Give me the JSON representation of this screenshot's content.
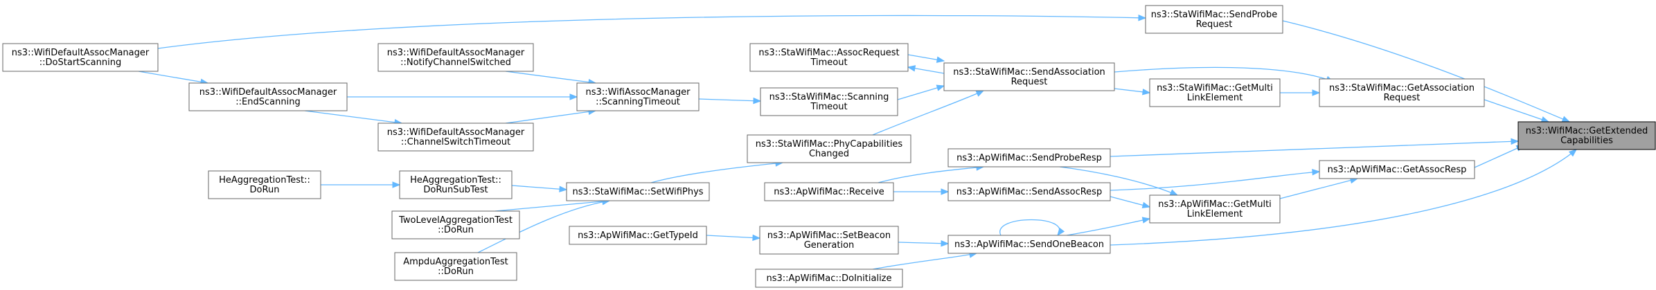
{
  "colors": {
    "edge": "#63b8ff",
    "node_border": "#666666",
    "root_fill": "#a0a0a0",
    "root_border": "#000000",
    "background": "#ffffff"
  },
  "nodes": [
    {
      "id": "root",
      "lines": [
        "ns3::WifiMac::GetExtended",
        "Capabilities"
      ],
      "highlight": true
    },
    {
      "id": "sendProbeReq",
      "lines": [
        "ns3::StaWifiMac::SendProbe",
        "Request"
      ]
    },
    {
      "id": "getAssocReq",
      "lines": [
        "ns3::StaWifiMac::GetAssociation",
        "Request"
      ]
    },
    {
      "id": "apGetAssocResp",
      "lines": [
        "ns3::ApWifiMac::GetAssocResp"
      ]
    },
    {
      "id": "apSendProbeResp",
      "lines": [
        "ns3::ApWifiMac::SendProbeResp"
      ]
    },
    {
      "id": "apSendOneBeacon",
      "lines": [
        "ns3::ApWifiMac::SendOneBeacon"
      ]
    },
    {
      "id": "staGetMultiLink",
      "lines": [
        "ns3::StaWifiMac::GetMulti",
        "LinkElement"
      ]
    },
    {
      "id": "staSendAssocReq",
      "lines": [
        "ns3::StaWifiMac::SendAssociation",
        "Request"
      ]
    },
    {
      "id": "apGetMultiLink",
      "lines": [
        "ns3::ApWifiMac::GetMulti",
        "LinkElement"
      ]
    },
    {
      "id": "apSendAssocResp",
      "lines": [
        "ns3::ApWifiMac::SendAssocResp"
      ]
    },
    {
      "id": "staAssocReqTimeout",
      "lines": [
        "ns3::StaWifiMac::AssocRequest",
        "Timeout"
      ]
    },
    {
      "id": "staScanningTimeout",
      "lines": [
        "ns3::StaWifiMac::Scanning",
        "Timeout"
      ]
    },
    {
      "id": "staPhyCapChanged",
      "lines": [
        "ns3::StaWifiMac::PhyCapabilities",
        "Changed"
      ]
    },
    {
      "id": "apReceive",
      "lines": [
        "ns3::ApWifiMac::Receive"
      ]
    },
    {
      "id": "apSetBeaconGen",
      "lines": [
        "ns3::ApWifiMac::SetBeacon",
        "Generation"
      ]
    },
    {
      "id": "apDoInitialize",
      "lines": [
        "ns3::ApWifiMac::DoInitialize"
      ]
    },
    {
      "id": "apGetTypeId",
      "lines": [
        "ns3::ApWifiMac::GetTypeId"
      ]
    },
    {
      "id": "assocMgrScanTimeout",
      "lines": [
        "ns3::WifiAssocManager",
        "::ScanningTimeout"
      ]
    },
    {
      "id": "staSetWifiPhys",
      "lines": [
        "ns3::StaWifiMac::SetWifiPhys"
      ]
    },
    {
      "id": "defNotifyChSwitched",
      "lines": [
        "ns3::WifiDefaultAssocManager",
        "::NotifyChannelSwitched"
      ]
    },
    {
      "id": "defEndScanning",
      "lines": [
        "ns3::WifiDefaultAssocManager",
        "::EndScanning"
      ]
    },
    {
      "id": "defChSwitchTimeout",
      "lines": [
        "ns3::WifiDefaultAssocManager",
        "::ChannelSwitchTimeout"
      ]
    },
    {
      "id": "defDoStartScanning",
      "lines": [
        "ns3::WifiDefaultAssocManager",
        "::DoStartScanning"
      ]
    },
    {
      "id": "heDoRunSubTest",
      "lines": [
        "HeAggregationTest::",
        "DoRunSubTest"
      ]
    },
    {
      "id": "heDoRun",
      "lines": [
        "HeAggregationTest::",
        "DoRun"
      ]
    },
    {
      "id": "twoLevelDoRun",
      "lines": [
        "TwoLevelAggregationTest",
        "::DoRun"
      ]
    },
    {
      "id": "ampduDoRun",
      "lines": [
        "AmpduAggregationTest",
        "::DoRun"
      ]
    }
  ],
  "edges": [
    {
      "from": "sendProbeReq",
      "to": "root"
    },
    {
      "from": "getAssocReq",
      "to": "root"
    },
    {
      "from": "apGetAssocResp",
      "to": "root"
    },
    {
      "from": "apSendProbeResp",
      "to": "root"
    },
    {
      "from": "apSendOneBeacon",
      "to": "root"
    },
    {
      "from": "defDoStartScanning",
      "to": "sendProbeReq"
    },
    {
      "from": "staGetMultiLink",
      "to": "getAssocReq"
    },
    {
      "from": "staSendAssocReq",
      "to": "getAssocReq"
    },
    {
      "from": "apGetMultiLink",
      "to": "apGetAssocResp"
    },
    {
      "from": "apSendAssocResp",
      "to": "apGetAssocResp"
    },
    {
      "from": "staSendAssocReq",
      "to": "staGetMultiLink"
    },
    {
      "from": "staSendAssocReq",
      "to": "staAssocReqTimeout"
    },
    {
      "from": "staAssocReqTimeout",
      "to": "staSendAssocReq"
    },
    {
      "from": "staScanningTimeout",
      "to": "staSendAssocReq"
    },
    {
      "from": "staPhyCapChanged",
      "to": "staSendAssocReq"
    },
    {
      "from": "apSendProbeResp",
      "to": "apGetMultiLink"
    },
    {
      "from": "apSendAssocResp",
      "to": "apGetMultiLink"
    },
    {
      "from": "apSendOneBeacon",
      "to": "apGetMultiLink"
    },
    {
      "from": "apReceive",
      "to": "apSendProbeResp"
    },
    {
      "from": "apReceive",
      "to": "apSendAssocResp"
    },
    {
      "from": "apSendOneBeacon",
      "to": "apSendOneBeacon"
    },
    {
      "from": "apSetBeaconGen",
      "to": "apSendOneBeacon"
    },
    {
      "from": "apDoInitialize",
      "to": "apSendOneBeacon"
    },
    {
      "from": "apGetTypeId",
      "to": "apSetBeaconGen"
    },
    {
      "from": "assocMgrScanTimeout",
      "to": "staScanningTimeout"
    },
    {
      "from": "staSetWifiPhys",
      "to": "staPhyCapChanged"
    },
    {
      "from": "defNotifyChSwitched",
      "to": "assocMgrScanTimeout"
    },
    {
      "from": "defEndScanning",
      "to": "assocMgrScanTimeout"
    },
    {
      "from": "defChSwitchTimeout",
      "to": "assocMgrScanTimeout"
    },
    {
      "from": "defDoStartScanning",
      "to": "defEndScanning"
    },
    {
      "from": "defEndScanning",
      "to": "defChSwitchTimeout"
    },
    {
      "from": "heDoRunSubTest",
      "to": "staSetWifiPhys"
    },
    {
      "from": "twoLevelDoRun",
      "to": "staSetWifiPhys"
    },
    {
      "from": "ampduDoRun",
      "to": "staSetWifiPhys"
    },
    {
      "from": "heDoRun",
      "to": "heDoRunSubTest"
    }
  ]
}
